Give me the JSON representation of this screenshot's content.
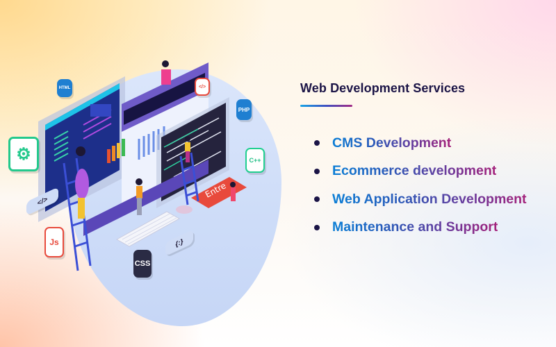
{
  "heading": {
    "title": "Web Development Services",
    "underline_gradient": [
      "#17a4e6",
      "#3f4fc0",
      "#a32b85"
    ]
  },
  "services": [
    {
      "label": "CMS Development"
    },
    {
      "label": "Ecommerce development"
    },
    {
      "label": "Web Application Development"
    },
    {
      "label": "Maintenance and Support"
    }
  ],
  "illustration": {
    "badges": {
      "html": "HTML",
      "code": "</>",
      "php": "PHP",
      "cpp": "C++",
      "gear": "gear-icon",
      "code_tile": "</>",
      "js": "Js",
      "css": "CSS",
      "braces": "{:}",
      "enter_key": "Entre"
    }
  },
  "colors": {
    "title": "#1b1446",
    "text_gradient": [
      "#0a7ed6",
      "#2c59b8",
      "#6b3b9c",
      "#a4207a"
    ]
  }
}
